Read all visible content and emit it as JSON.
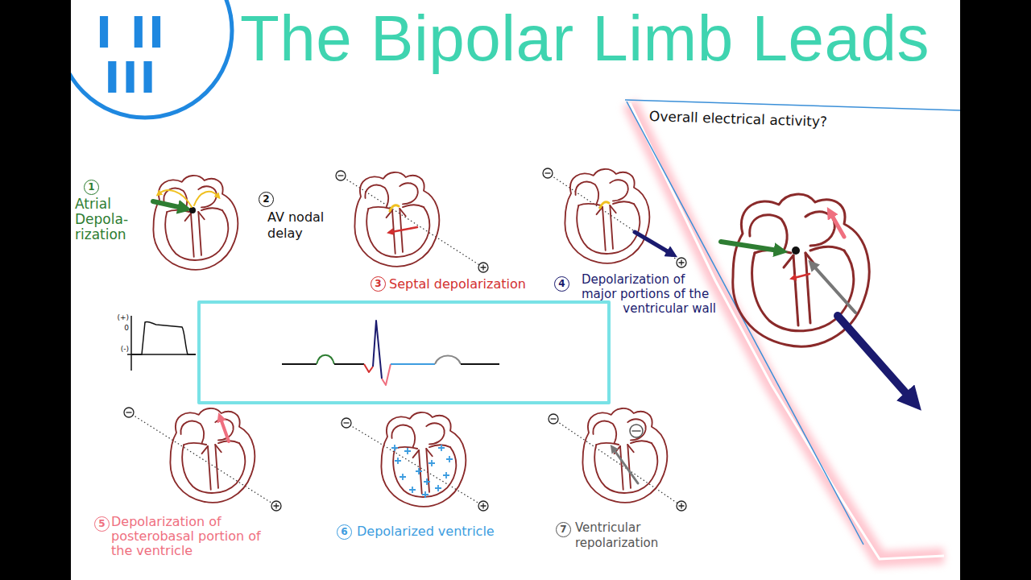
{
  "diagram": {
    "title": "The Bipolar Limb Leads",
    "nodes": [
      {
        "text": [
          "I II III"
        ]
      }
    ],
    "labels": [
      "1",
      "Atrial Depola- rization",
      "2",
      "AV nodal delay",
      "3",
      "Septal depolarization",
      "4",
      "Depolarization of major portions of the ventricular wall",
      "5",
      "Depolarization of posterobasal portion of the ventricle",
      "6",
      "Depolarized ventricle",
      "7",
      "Ventricular repolarization",
      "(+)",
      "0",
      "(-)",
      "Overall electrical activity?"
    ]
  }
}
